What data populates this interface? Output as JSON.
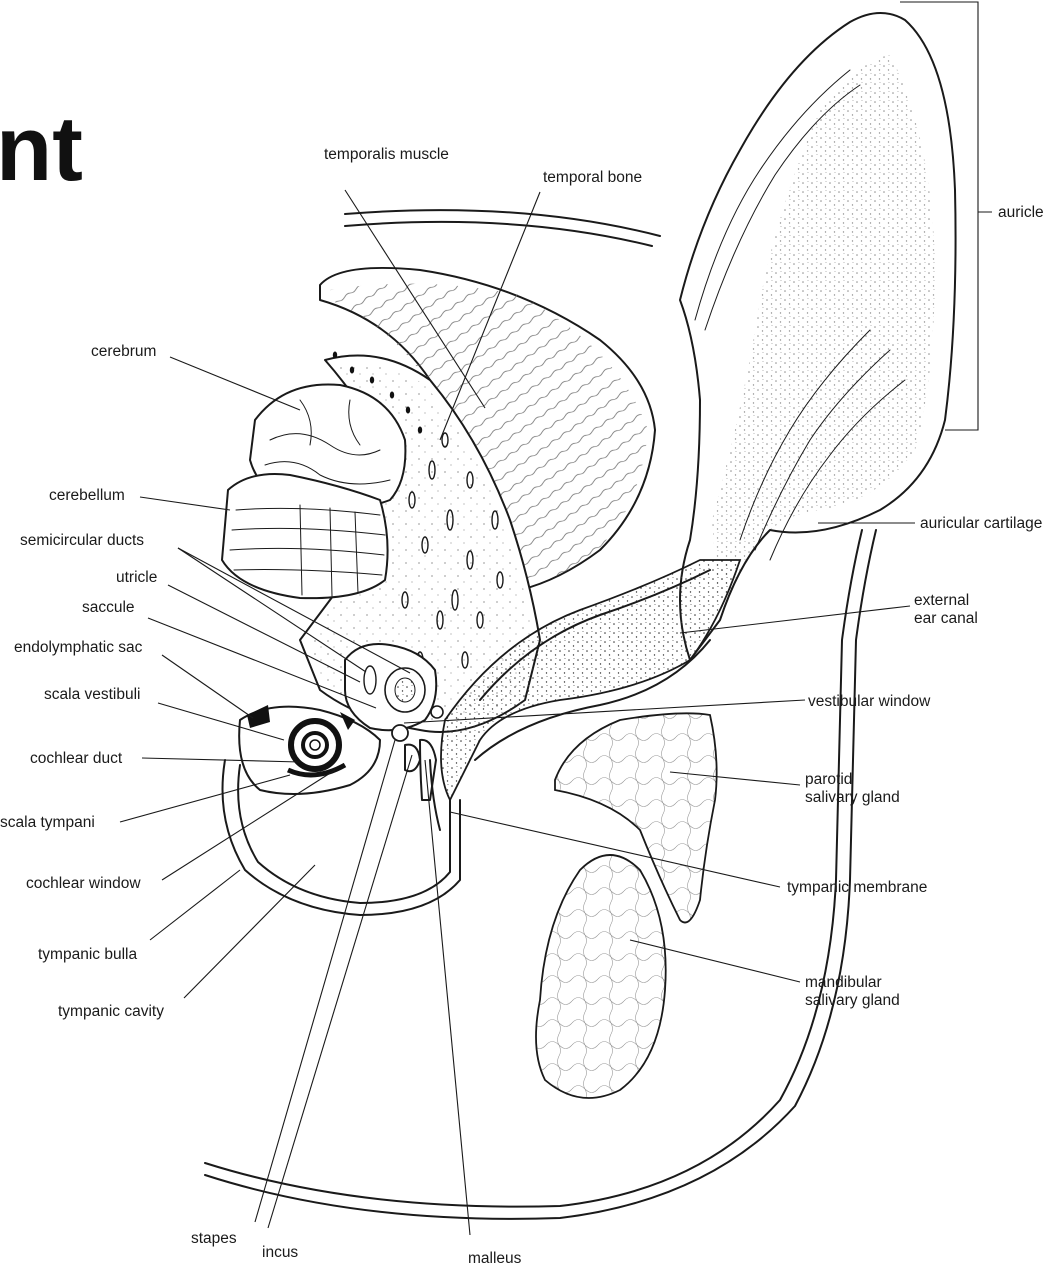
{
  "title_fragment": "nt",
  "labels": {
    "temporalis_muscle": "temporalis muscle",
    "temporal_bone": "temporal bone",
    "auricle": "auricle",
    "cerebrum": "cerebrum",
    "cerebellum": "cerebellum",
    "semicircular_ducts": "semicircular ducts",
    "utricle": "utricle",
    "saccule": "saccule",
    "endolymphatic_sac": "endolymphatic sac",
    "scala_vestibuli": "scala vestibuli",
    "cochlear_duct": "cochlear duct",
    "scala_tympani": "scala tympani",
    "cochlear_window": "cochlear window",
    "tympanic_bulla": "tympanic bulla",
    "tympanic_cavity": "tympanic cavity",
    "auricular_cartilage": "auricular cartilage",
    "external_ear_canal_1": "external",
    "external_ear_canal_2": "ear canal",
    "vestibular_window": "vestibular window",
    "parotid_salivary_gland_1": "parotid",
    "parotid_salivary_gland_2": "salivary gland",
    "tympanic_membrane": "tympanic membrane",
    "mandibular_salivary_gland_1": "mandibular",
    "mandibular_salivary_gland_2": "salivary gland",
    "stapes": "stapes",
    "incus": "incus",
    "malleus": "malleus"
  }
}
